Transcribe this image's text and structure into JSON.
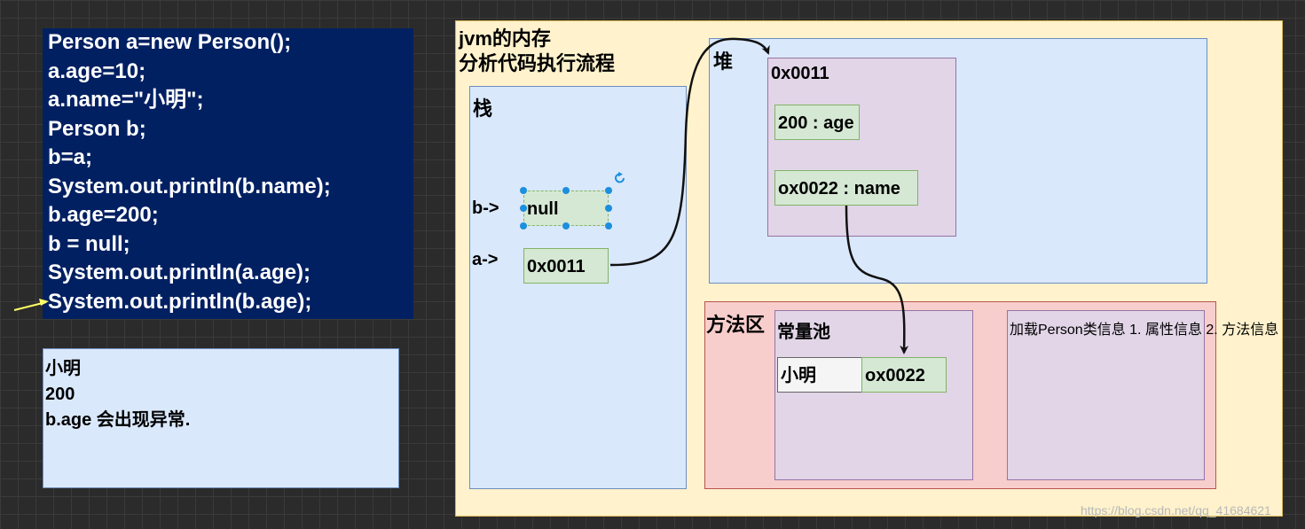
{
  "code": {
    "lines": [
      "Person a=new Person();",
      "a.age=10;",
      "a.name=\"小明\";",
      "Person b;",
      "b=a;",
      "System.out.println(b.name);",
      "b.age=200;",
      "b = null;",
      "System.out.println(a.age);",
      "System.out.println(b.age);"
    ]
  },
  "output": {
    "lines": [
      "小明",
      "200",
      "b.age 会出现异常."
    ]
  },
  "jvm": {
    "title_line1": "jvm的内存",
    "title_line2": "分析代码执行流程",
    "stack": {
      "label": "栈",
      "b_label": "b->",
      "b_value": "null",
      "a_label": "a->",
      "a_value": "0x0011"
    },
    "heap": {
      "label": "堆",
      "object_address": "0x0011",
      "age_field": "200 : age",
      "name_field": "ox0022 : name"
    },
    "method_area": {
      "label": "方法区",
      "constant_pool": {
        "label": "常量池",
        "string_value": "小明",
        "string_address": "ox0022"
      },
      "class_info": {
        "title": "加载Person类信息",
        "item1": "1. 属性信息",
        "item2": "2. 方法信息"
      }
    }
  },
  "watermark": "https://blog.csdn.net/qq_41684621",
  "colors": {
    "code_bg": "#012062",
    "frame_fill": "#fff2cc",
    "blue_fill": "#dae8fc",
    "green_fill": "#d5e8d4",
    "purple_fill": "#e1d5e7",
    "red_fill": "#f8cecc",
    "arrow_pointer": "#ffff66"
  }
}
